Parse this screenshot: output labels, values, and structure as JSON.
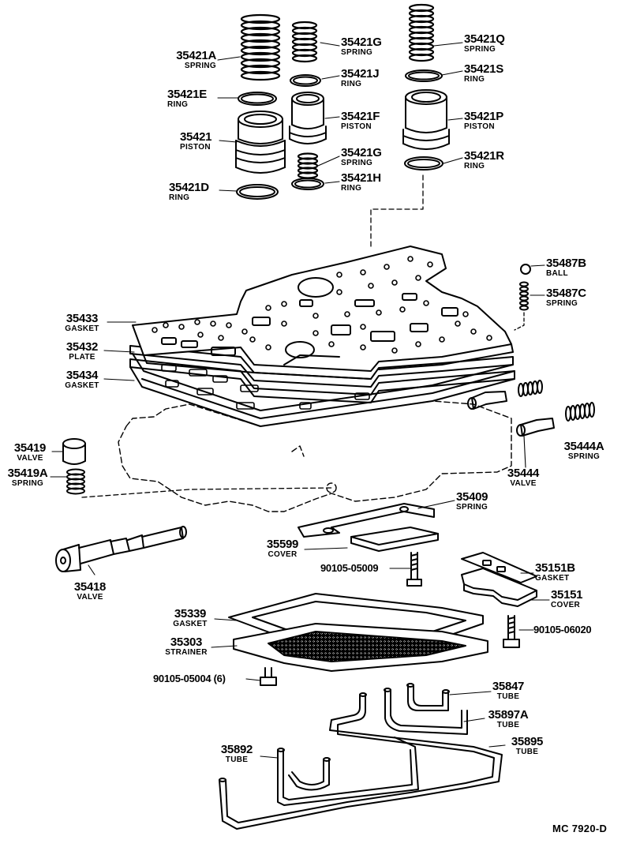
{
  "colors": {
    "ink": "#000000",
    "paper": "#ffffff",
    "mesh": "#555555"
  },
  "parts": {
    "p35421A": {
      "number": "35421A",
      "name": "SPRING"
    },
    "p35421E": {
      "number": "35421E",
      "name": "RING"
    },
    "p35421": {
      "number": "35421",
      "name": "PISTON"
    },
    "p35421D": {
      "number": "35421D",
      "name": "RING"
    },
    "p35421G_top": {
      "number": "35421G",
      "name": "SPRING"
    },
    "p35421J": {
      "number": "35421J",
      "name": "RING"
    },
    "p35421F": {
      "number": "35421F",
      "name": "PISTON"
    },
    "p35421G_mid": {
      "number": "35421G",
      "name": "SPRING"
    },
    "p35421H": {
      "number": "35421H",
      "name": "RING"
    },
    "p35421Q": {
      "number": "35421Q",
      "name": "SPRING"
    },
    "p35421S": {
      "number": "35421S",
      "name": "RING"
    },
    "p35421P": {
      "number": "35421P",
      "name": "PISTON"
    },
    "p35421R": {
      "number": "35421R",
      "name": "RING"
    },
    "p35487B": {
      "number": "35487B",
      "name": "BALL"
    },
    "p35487C": {
      "number": "35487C",
      "name": "SPRING"
    },
    "p35433": {
      "number": "35433",
      "name": "GASKET"
    },
    "p35432": {
      "number": "35432",
      "name": "PLATE"
    },
    "p35434": {
      "number": "35434",
      "name": "GASKET"
    },
    "p35419": {
      "number": "35419",
      "name": "VALVE"
    },
    "p35419A": {
      "number": "35419A",
      "name": "SPRING"
    },
    "p35444A": {
      "number": "35444A",
      "name": "SPRING"
    },
    "p35444": {
      "number": "35444",
      "name": "VALVE"
    },
    "p35409": {
      "number": "35409",
      "name": "SPRING"
    },
    "p35599": {
      "number": "35599",
      "name": "COVER"
    },
    "p35418": {
      "number": "35418",
      "name": "VALVE"
    },
    "p35151B": {
      "number": "35151B",
      "name": "GASKET"
    },
    "p35151": {
      "number": "35151",
      "name": "COVER"
    },
    "p35339": {
      "number": "35339",
      "name": "GASKET"
    },
    "p35303": {
      "number": "35303",
      "name": "STRAINER"
    },
    "p35847": {
      "number": "35847",
      "name": "TUBE"
    },
    "p35897A": {
      "number": "35897A",
      "name": "TUBE"
    },
    "p35892": {
      "number": "35892",
      "name": "TUBE"
    },
    "p35895": {
      "number": "35895",
      "name": "TUBE"
    },
    "b9010505009": {
      "number": "90105-05009"
    },
    "b9010506020": {
      "number": "90105-06020"
    },
    "b9010505004": {
      "number": "90105-05004 (6)"
    }
  },
  "figure_code": "MC  7920-D"
}
